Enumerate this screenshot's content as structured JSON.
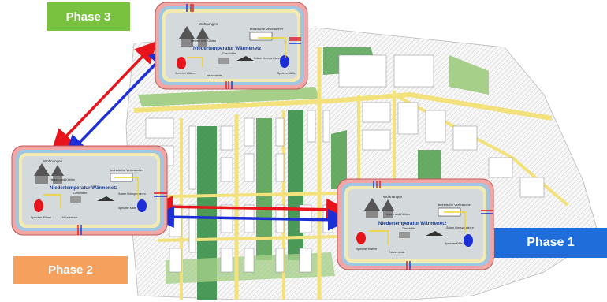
{
  "phases": [
    {
      "id": "phase3",
      "label": "Phase 3",
      "color": "#79c23f"
    },
    {
      "id": "phase2",
      "label": "Phase 2",
      "color": "#f5a05d"
    },
    {
      "id": "phase1",
      "label": "Phase 1",
      "color": "#1f6ddb"
    }
  ],
  "module": {
    "title": "Niedertemperatur Wärmenetz",
    "wohnungen": "Wohnungen",
    "heizen_kuehlen": "Heizen und Kühlen",
    "technische_verbraucher": "technische Verbraucher",
    "geschaefte": "Geschäfte",
    "solare_kuehl": "Solare Kienspenderen",
    "speicher_waerme": "Speicher Wärme",
    "heizzentrale": "Heizzentrale",
    "speicher_kaelte": "Speicher Kälte"
  },
  "colors": {
    "link_red": "#e8141c",
    "link_blue": "#1c2fd6",
    "ring_outer": "#f0a7a6",
    "ring_blue": "#9fc6e2",
    "ring_yellow": "#f2eab0",
    "ring_inner": "#d4d9dc",
    "map_green": "#2e8a3d",
    "map_light_green": "#a6d08a",
    "map_road": "#f3e27c"
  }
}
